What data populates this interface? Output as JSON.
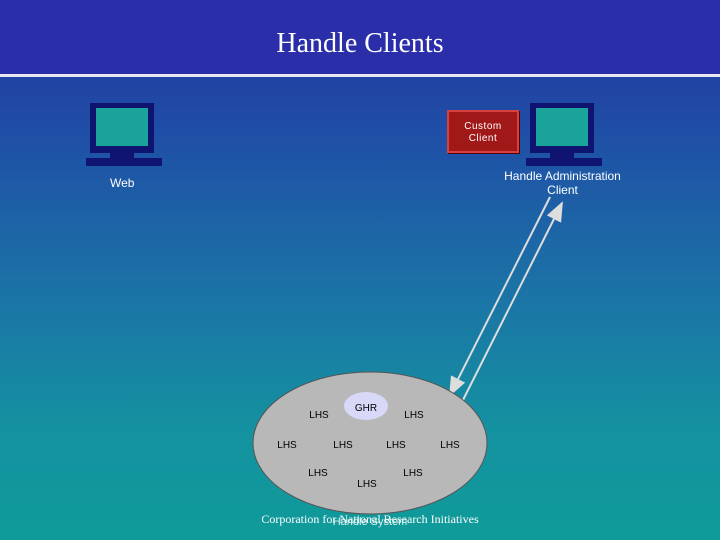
{
  "header": {
    "title": "Handle Clients"
  },
  "clients": {
    "web_label": "Web",
    "custom_client_label": "Custom Client",
    "admin_label": "Handle Administration Client"
  },
  "handle_system": {
    "ghr_label": "GHR",
    "lhs_nodes": [
      "LHS",
      "LHS",
      "LHS",
      "LHS",
      "LHS",
      "LHS",
      "LHS",
      "LHS",
      "LHS"
    ]
  },
  "footer": {
    "org": "Corporation for National Research Initiatives",
    "system_label": "Handle System"
  },
  "colors": {
    "title_bar": "#2a2ea8",
    "monitor_screen": "#1aa39a",
    "monitor_frame": "#0e1470",
    "custom_client": "#a01818",
    "ghr_fill": "#d8d8f8",
    "cluster_fill": "#b8b8b8"
  }
}
